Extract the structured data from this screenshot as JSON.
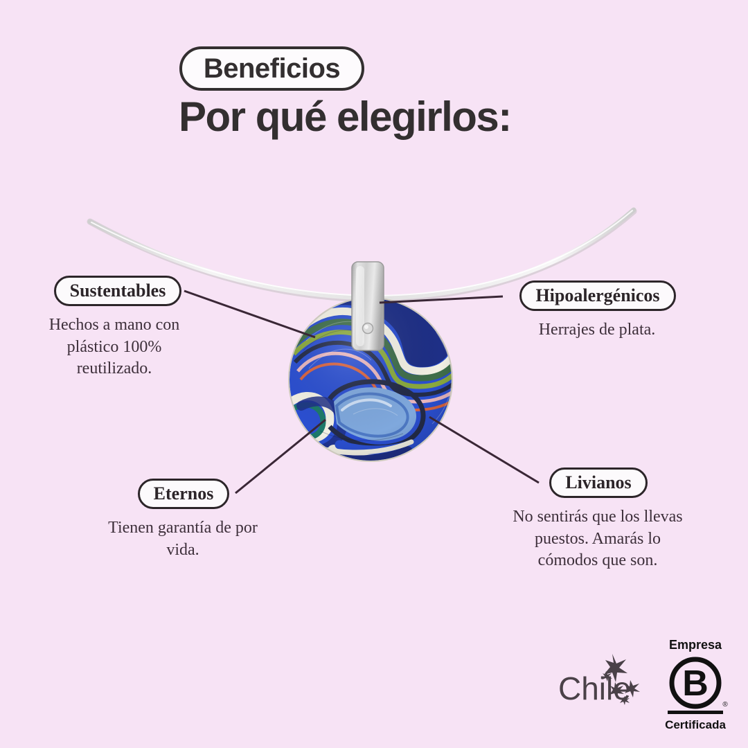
{
  "header": {
    "eyebrow": "Beneficios",
    "title": "Por qué elegirlos:"
  },
  "colors": {
    "background": "#f7e3f5",
    "ink": "#332f30",
    "pill_fill": "#fdfbfd",
    "connector": "#3a2736",
    "serif_text": "#3d2f3a",
    "wire_silver": "#d8d8d8",
    "pendant_blue": "#2b4fd0",
    "pendant_deep_blue": "#1e2f86",
    "pendant_cream": "#f2f0e4",
    "pendant_green": "#3f6e4a",
    "pendant_lightblue": "#7fa8dd",
    "bail_silver": "#c9c9c9"
  },
  "product": {
    "name": "pendant-necklace",
    "description": "Collar de plata con colgante circular de plastico reutilizado en tonos azules, verdes y crema"
  },
  "features": [
    {
      "id": "sustentables",
      "label": "Sustentables",
      "description": "Hechos a mano con plástico 100% reutilizado."
    },
    {
      "id": "hipoalergenicos",
      "label": "Hipoalergénicos",
      "description": "Herrajes de plata."
    },
    {
      "id": "eternos",
      "label": "Eternos",
      "description": "Tienen garantía de por vida."
    },
    {
      "id": "livianos",
      "label": "Livianos",
      "description": "No sentirás que los llevas puestos. Amarás lo cómodos que son."
    }
  ],
  "footer": {
    "chile_logo_label": "Chile",
    "bcorp_top_label": "Empresa",
    "bcorp_letter": "B",
    "bcorp_bottom_label": "Certificada",
    "bcorp_registered_mark": "®"
  }
}
